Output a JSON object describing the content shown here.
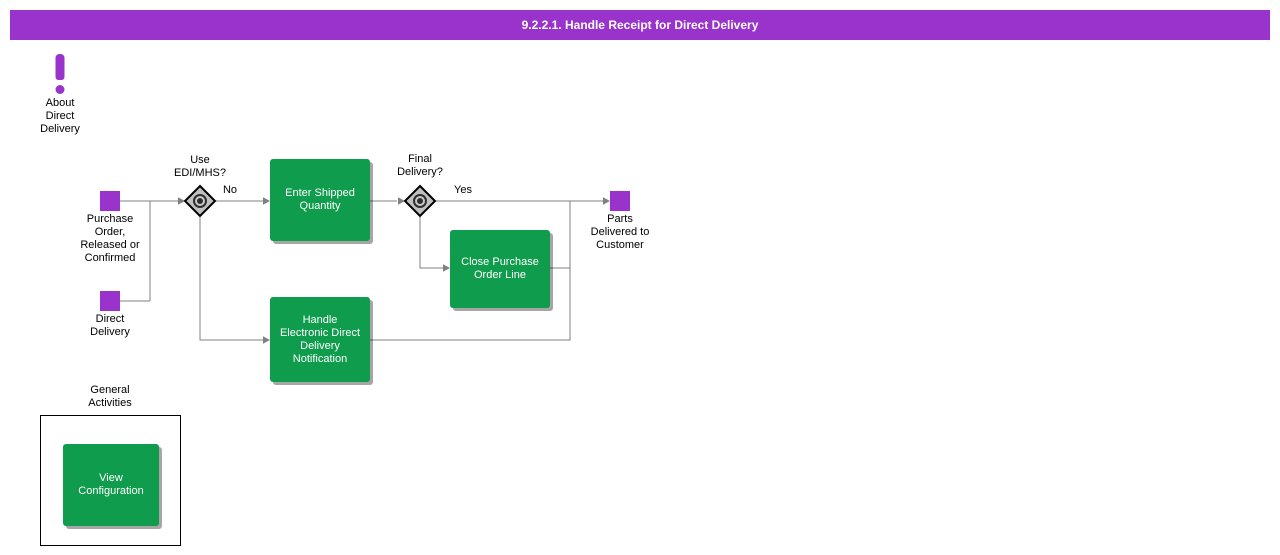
{
  "header": {
    "title": "9.2.2.1. Handle Receipt for Direct Delivery"
  },
  "colors": {
    "purple": "#9933CC",
    "green": "#0F9C4C",
    "line": "#808080",
    "diamond_fill": "#C0C0C0"
  },
  "about": {
    "label": "About\nDirect\nDelivery"
  },
  "events": {
    "purchase_order": {
      "label": "Purchase\nOrder,\nReleased or\nConfirmed"
    },
    "direct_delivery": {
      "label": "Direct\nDelivery"
    },
    "parts_delivered": {
      "label": "Parts\nDelivered to\nCustomer"
    }
  },
  "decisions": {
    "use_edi": {
      "label": "Use\nEDI/MHS?",
      "no_label": "No"
    },
    "final_delivery": {
      "label": "Final\nDelivery?",
      "yes_label": "Yes"
    }
  },
  "tasks": {
    "enter_shipped_quantity": {
      "label": "Enter Shipped\nQuantity"
    },
    "close_purchase_order_line": {
      "label": "Close Purchase\nOrder Line"
    },
    "handle_edd_notification": {
      "label": "Handle\nElectronic Direct\nDelivery\nNotification"
    },
    "view_configuration": {
      "label": "View\nConfiguration"
    }
  },
  "general_activities": {
    "label": "General\nActivities"
  }
}
